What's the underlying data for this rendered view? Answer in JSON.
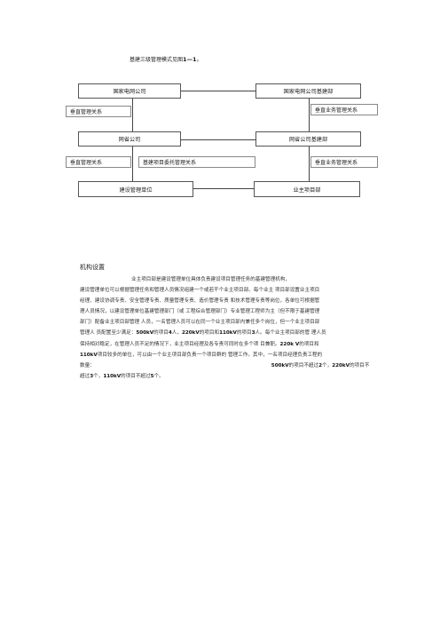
{
  "caption": {
    "prefix": "基建三级管理模式见图",
    "figure_ref": "1—1",
    "suffix": "。"
  },
  "diagram": {
    "boxes": {
      "sgcc": "国家电网公司",
      "sgcc_infra": "国家电网公司基建部",
      "prov": "网省公司",
      "prov_infra": "网省公司基建部",
      "construction_unit": "建设管理单位",
      "owner_dept": "业主项目部"
    },
    "labels": {
      "vertical_mgmt_1": "垂直管理关系",
      "vertical_biz_1": "垂直业务管理关系",
      "vertical_mgmt_2": "垂直管理关系",
      "project_entrust": "基建项目委托管理关系",
      "vertical_biz_2": "垂直业务管理关系"
    }
  },
  "section": {
    "title": "机构设置"
  },
  "body": {
    "l1": "业主项目部是建设管理单位具体负责建设项目管理任务的基建管理机构，",
    "l2": "建设管理单位可以根据管理任务和管理人员情况组建一个或若干个业主项目部。每个业主 项目部设置业主项目",
    "l3": "经理、建设协调专责、安全管理专责、质量管理专责、造价管理专责 和技术管理专责等岗位，各单位可根据管",
    "l4": "理人员情况，以建设管理单位基建管理部门（或 工程综合管理部门）专业管理工程师为主（但不限于基建管理",
    "l5": "部门）配备业主项目部管理 人员，一名管理人员可以在同一个业主项目部内兼任多个岗位，但一个业主项目部",
    "l6a": "管理人 员配置至少满足：",
    "v500kv": "500kV",
    "l6b": "的项目",
    "n4": "4",
    "l6c": "人，",
    "v220kv": "220kV",
    "l6d": "的项目和",
    "v110kv": "110kV",
    "l6e": "的项目",
    "n3": "3",
    "l6f": "人。每个业主项目部的管 理人员",
    "l7a": "保持相对稳定，在管理人员不足的情况下，业主项目经理及各专责可同时在多个项 目兼职。",
    "v220kv2": "220k V",
    "l7b": "的项目和",
    "l8a": "110kV",
    "l8b": "项目较多的单位，可以由一个业主项目部负责一个项目群的 管理工作。其中，一名项目经理负责工程的",
    "l9a": "数量：",
    "v500kv2": "500kV",
    "l9b": "的项目不超过",
    "n2": "2",
    "l9c": "个，",
    "v220kv3": "220kV",
    "l9d": "的项目不",
    "l10a": "超过",
    "n3b": "3",
    "l10b": "个，",
    "v110kv2": "110kV",
    "l10c": "的项目不超过",
    "n5": "5",
    "l10d": "个。"
  }
}
